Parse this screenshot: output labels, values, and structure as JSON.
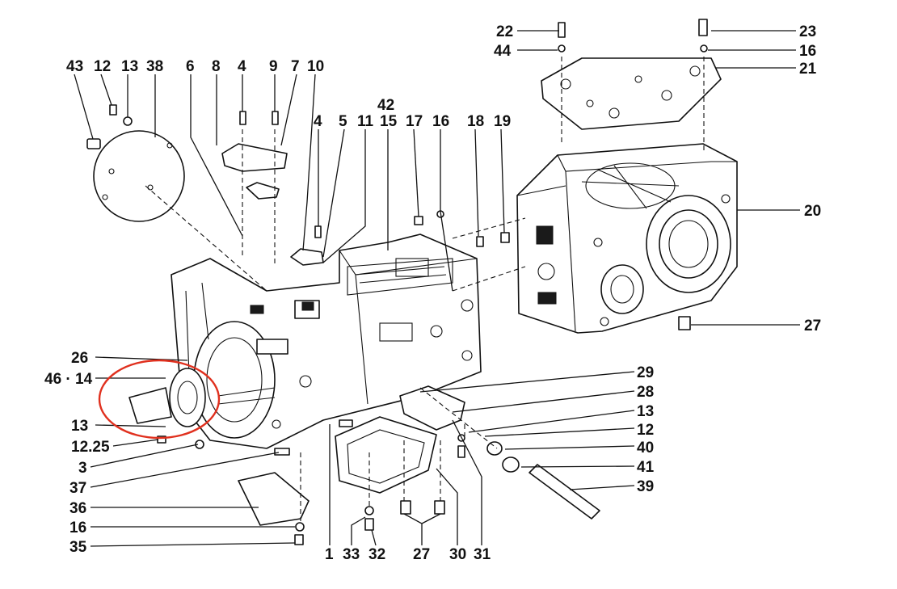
{
  "labels": {
    "l43": "43",
    "l12a": "12",
    "l13a": "13",
    "l38": "38",
    "l6": "6",
    "l8": "8",
    "l4a": "4",
    "l9": "9",
    "l7": "7",
    "l10": "10",
    "l42": "42",
    "l4b": "4",
    "l5": "5",
    "l11": "11",
    "l15": "15",
    "l17": "17",
    "l16a": "16",
    "l18": "18",
    "l19": "19",
    "l22": "22",
    "l44": "44",
    "l23": "23",
    "l16b": "16",
    "l21": "21",
    "l20": "20",
    "l27a": "27",
    "l26": "26",
    "l46_14": "46 · 14",
    "l13b": "13",
    "l12_25": "12.25",
    "l3": "3",
    "l37": "37",
    "l36": "36",
    "l16c": "16",
    "l35": "35",
    "l1": "1",
    "l33": "33",
    "l32": "32",
    "l27b": "27",
    "l30": "30",
    "l31": "31",
    "l29": "29",
    "l28": "28",
    "l13c": "13",
    "l12b": "12",
    "l40": "40",
    "l41": "41",
    "l39": "39"
  },
  "highlight": {
    "color": "#e0301e"
  },
  "colors": {
    "ink": "#111111",
    "paper": "#ffffff"
  }
}
